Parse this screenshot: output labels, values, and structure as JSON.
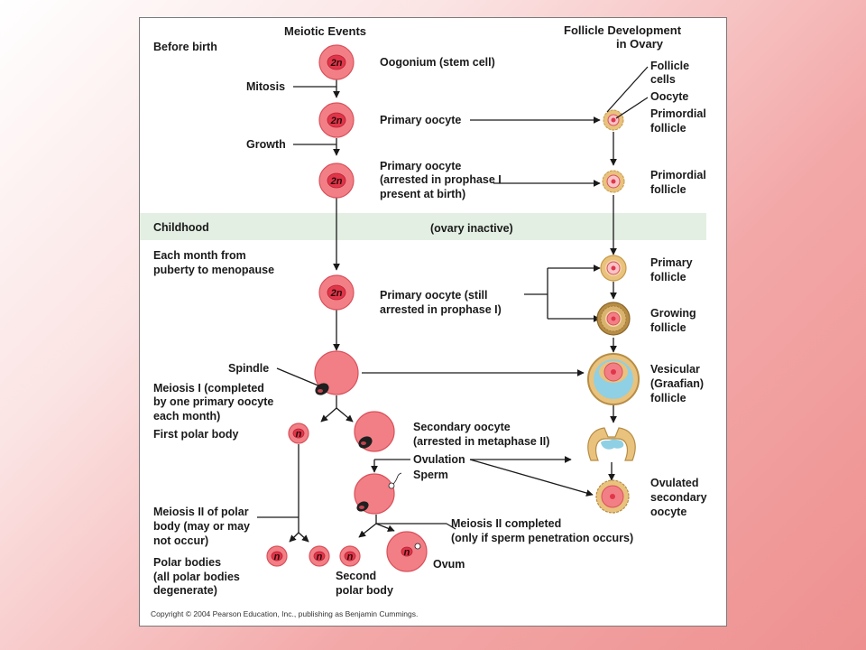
{
  "headers": {
    "meiotic": "Meiotic Events",
    "follicle_1": "Follicle Development",
    "follicle_2": "in Ovary"
  },
  "stages": {
    "before_birth": "Before birth",
    "childhood": "Childhood",
    "ovary_inactive": "(ovary inactive)",
    "monthly_1": "Each month from",
    "monthly_2": "puberty to menopause"
  },
  "ploidy": {
    "diploid": "2n",
    "haploid": "n"
  },
  "labels": {
    "oogonium": "Oogonium (stem cell)",
    "mitosis": "Mitosis",
    "primary_oocyte": "Primary oocyte",
    "growth": "Growth",
    "arrested_1": "Primary oocyte",
    "arrested_2": "(arrested in prophase I",
    "arrested_3": "present at birth)",
    "still_arrested_1": "Primary oocyte (still",
    "still_arrested_2": "arrested in prophase I)",
    "spindle": "Spindle",
    "meiosis1_1": "Meiosis I (completed",
    "meiosis1_2": "by one primary oocyte",
    "meiosis1_3": "each month)",
    "first_polar": "First polar body",
    "secondary_1": "Secondary oocyte",
    "secondary_2": "(arrested in metaphase II)",
    "ovulation": "Ovulation",
    "sperm": "Sperm",
    "meiosis2_polar_1": "Meiosis II of polar",
    "meiosis2_polar_2": "body (may or may",
    "meiosis2_polar_3": "not occur)",
    "meiosis2_done_1": "Meiosis II completed",
    "meiosis2_done_2": "(only if sperm penetration occurs)",
    "polar_bodies_1": "Polar bodies",
    "polar_bodies_2": "(all polar bodies",
    "polar_bodies_3": "degenerate)",
    "second_polar_1": "Second",
    "second_polar_2": "polar body",
    "ovum": "Ovum"
  },
  "follicle": {
    "follicle_cells_1": "Follicle",
    "follicle_cells_2": "cells",
    "oocyte": "Oocyte",
    "primordial_1": "Primordial",
    "primordial_2": "follicle",
    "primordial2_1": "Primordial",
    "primordial2_2": "follicle",
    "primary_1": "Primary",
    "primary_2": "follicle",
    "growing_1": "Growing",
    "growing_2": "follicle",
    "vesicular_1": "Vesicular",
    "vesicular_2": "(Graafian)",
    "vesicular_3": "follicle",
    "ovulated_1": "Ovulated",
    "ovulated_2": "secondary",
    "ovulated_3": "oocyte"
  },
  "copyright": "Copyright © 2004 Pearson Education, Inc., publishing as Benjamin Cummings.",
  "colors": {
    "cell_fill": "#f37f86",
    "nucleus": "#e0364a",
    "follicle_cell": "#e9c27d",
    "antrum": "#8fd0e4",
    "childhood_band": "#e3efe2"
  }
}
